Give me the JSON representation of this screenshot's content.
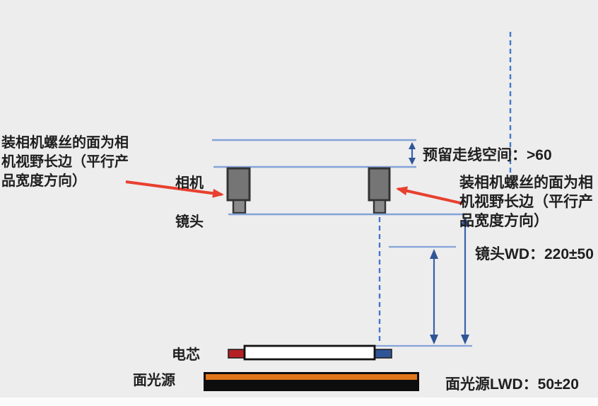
{
  "diagram": {
    "title_semantic": "camera-inspection-station-layout",
    "labels": {
      "camera": "相机",
      "lens": "镜头",
      "cell": "电芯",
      "light_source": "面光源"
    },
    "notes": {
      "left_screw_face": "装相机螺丝的面为相机视野长边（平行产品宽度方向）",
      "right_screw_face": "装相机螺丝的面为相机视野长边（平行产品宽度方向）"
    },
    "dimensions": {
      "cable_space": "预留走线空间：>60",
      "lens_wd": "镜头WD：220±50",
      "light_lwd": "面光源LWD：50±20"
    },
    "colors": {
      "background": "#ededee",
      "line_blue": "#84a3d8",
      "dashed_blue": "#4577c8",
      "arrow_blue": "#2f5597",
      "arrow_red": "#e8402f",
      "camera_gray": "#757575",
      "camera_border": "#333333",
      "battery_white": "#ffffff",
      "tab_red": "#b52025",
      "tab_blue": "#2f5597",
      "light_orange": "#e2761b",
      "light_black": "#0d0d0d"
    }
  }
}
